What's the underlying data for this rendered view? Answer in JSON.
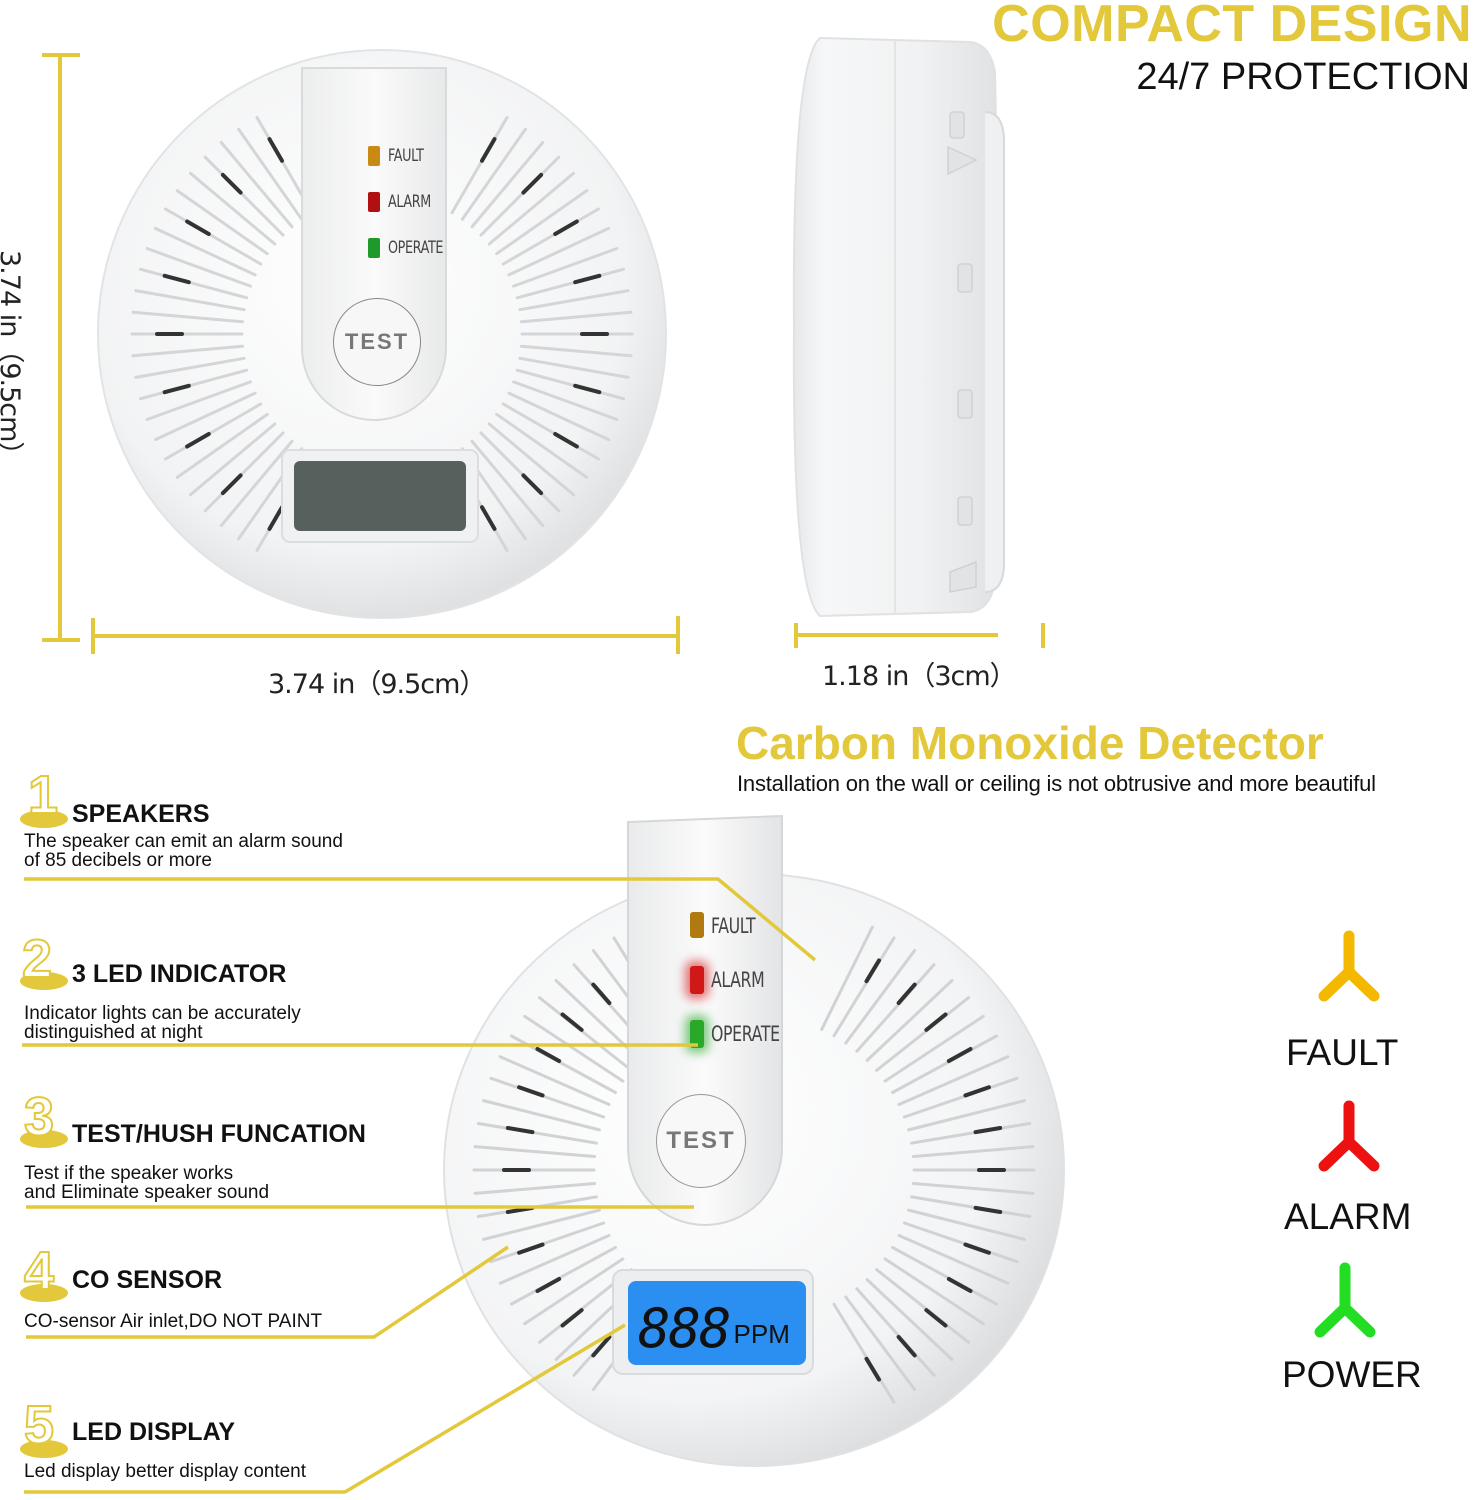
{
  "header": {
    "title": "COMPACT DESIGN",
    "subtitle": "24/7 PROTECTION"
  },
  "dimensions": {
    "height_label": "3.74 in（9.5cm）",
    "width_label": "3.74 in（9.5cm）",
    "depth_label": "1.18 in（3cm）"
  },
  "top_device": {
    "leds": [
      {
        "label": "FAULT",
        "color": "#c98a14"
      },
      {
        "label": "ALARM",
        "color": "#b01010"
      },
      {
        "label": "OPERATE",
        "color": "#1f9a2a"
      }
    ],
    "test_button": "TEST"
  },
  "product": {
    "title": "Carbon Monoxide Detector",
    "subtitle": "Installation on the wall or ceiling is not obtrusive and more beautiful"
  },
  "features": [
    {
      "number": "1",
      "title": "SPEAKERS",
      "description": "The speaker can emit an alarm sound\nof 85 decibels or more"
    },
    {
      "number": "2",
      "title": "3 LED INDICATOR",
      "description": "Indicator lights can be accurately\ndistinguished at night"
    },
    {
      "number": "3",
      "title": "TEST/HUSH FUNCATION",
      "description": "Test if the speaker works\nand Eliminate speaker sound"
    },
    {
      "number": "4",
      "title": "CO SENSOR",
      "description": "CO-sensor Air inlet,DO NOT PAINT"
    },
    {
      "number": "5",
      "title": "LED DISPLAY",
      "description": "Led display better display content"
    }
  ],
  "bottom_device": {
    "leds": [
      {
        "label": "FAULT",
        "color": "#b07a10"
      },
      {
        "label": "ALARM",
        "color": "#d01818"
      },
      {
        "label": "OPERATE",
        "color": "#2aa82a"
      }
    ],
    "test_button": "TEST",
    "display": {
      "value": "888",
      "unit": "PPM",
      "background": "#2a8ff0"
    }
  },
  "legend": [
    {
      "label": "FAULT",
      "color": "#f5b800"
    },
    {
      "label": "ALARM",
      "color": "#ee1111"
    },
    {
      "label": "POWER",
      "color": "#22dd22"
    }
  ],
  "colors": {
    "accent": "#e2c83a",
    "text": "#111111",
    "device": "#f4f5f6"
  }
}
